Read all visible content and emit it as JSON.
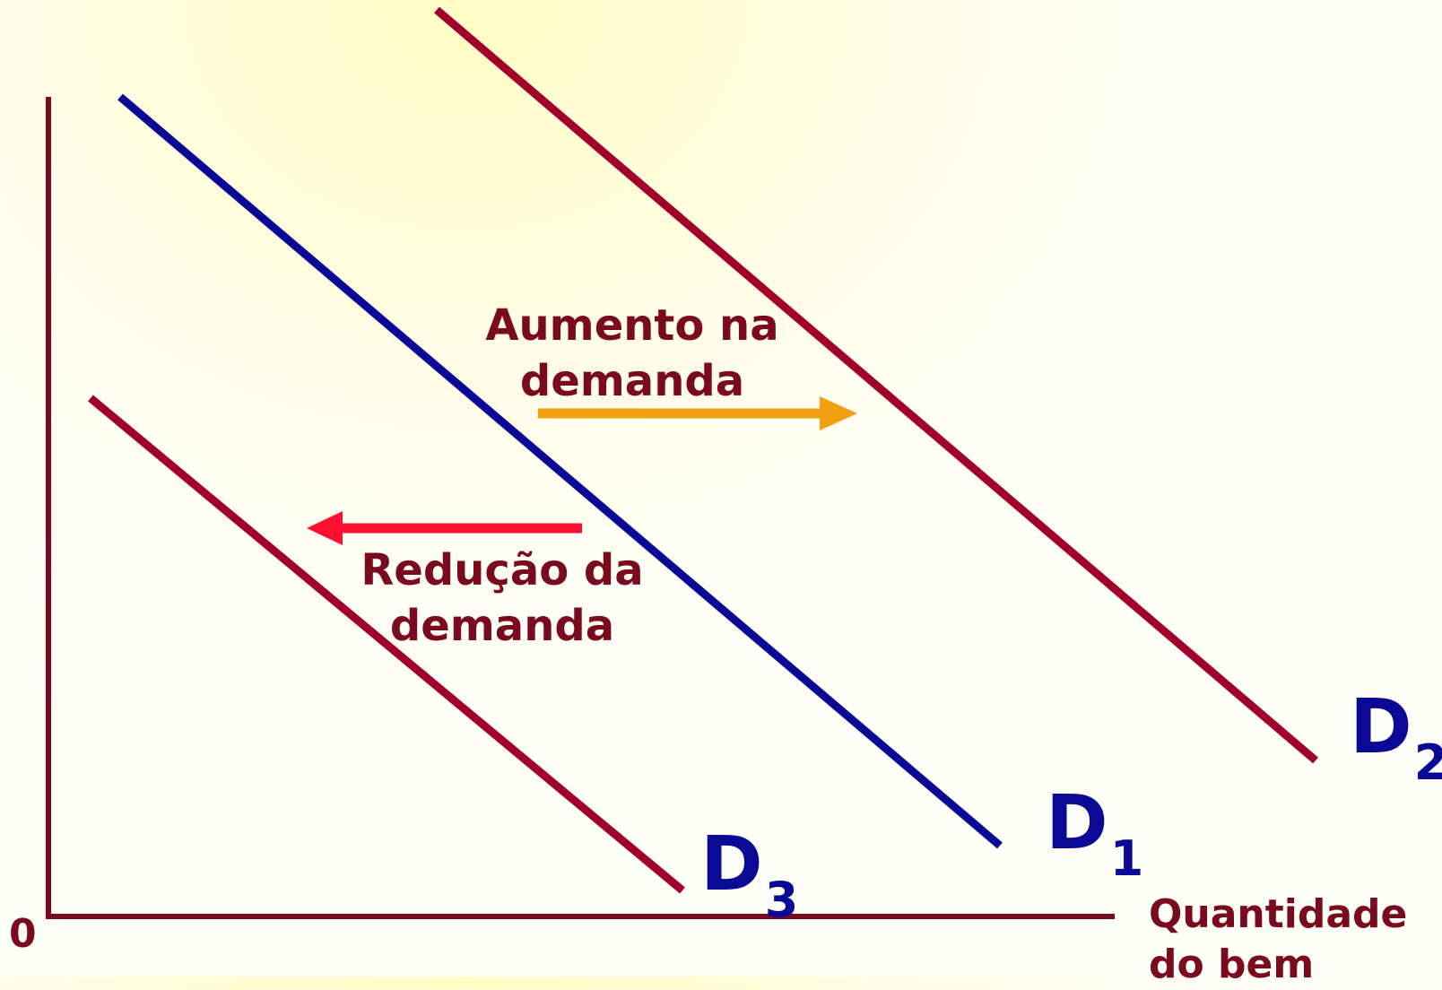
{
  "diagram": {
    "origin_label": "0",
    "x_axis_label_line1": "Quantidade",
    "x_axis_label_line2": "do bem",
    "increase_label_line1": "Aumento na",
    "increase_label_line2": "demanda",
    "decrease_label_line1": "Redução da",
    "decrease_label_line2": "demanda",
    "curves": [
      {
        "name": "D",
        "sub": "1",
        "color": "#0a0a96"
      },
      {
        "name": "D",
        "sub": "2",
        "color": "#a0002a"
      },
      {
        "name": "D",
        "sub": "3",
        "color": "#a0002a"
      }
    ],
    "colors": {
      "axis": "#7a0a1e",
      "increase_arrow": "#f0a010",
      "decrease_arrow": "#ff1030",
      "label_text": "#7a0a1e",
      "curve_label_text": "#0a0a96"
    }
  }
}
